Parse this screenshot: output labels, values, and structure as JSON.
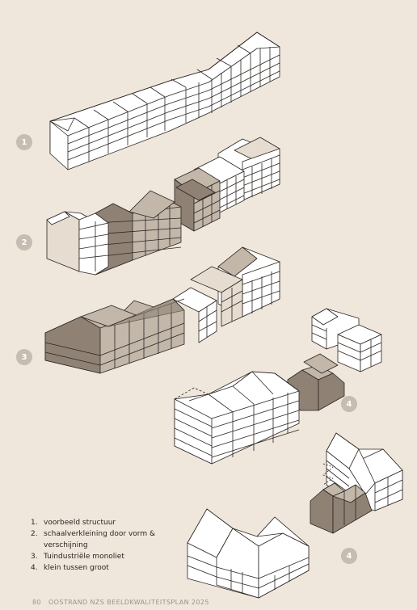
{
  "badges": [
    "1",
    "2",
    "3",
    "4",
    "4"
  ],
  "legend": [
    {
      "num": "1.",
      "text": "voorbeeld structuur"
    },
    {
      "num": "2.",
      "text": "schaalverkleining door vorm & verschijning"
    },
    {
      "num": "3.",
      "text": "Tuindustriële monoliet"
    },
    {
      "num": "4.",
      "text": "klein tussen groot"
    }
  ],
  "footer": {
    "page": "80",
    "title": "OOSTRAND NZS BEELDKWALITEITSPLAN 2025"
  },
  "colors": {
    "background": "#efe6dc",
    "light": "#ffffff",
    "cream": "#e6dccf",
    "mid": "#c2b7a9",
    "dark": "#8f8275",
    "line": "#2a2521",
    "badge": "#c6bcb1"
  }
}
